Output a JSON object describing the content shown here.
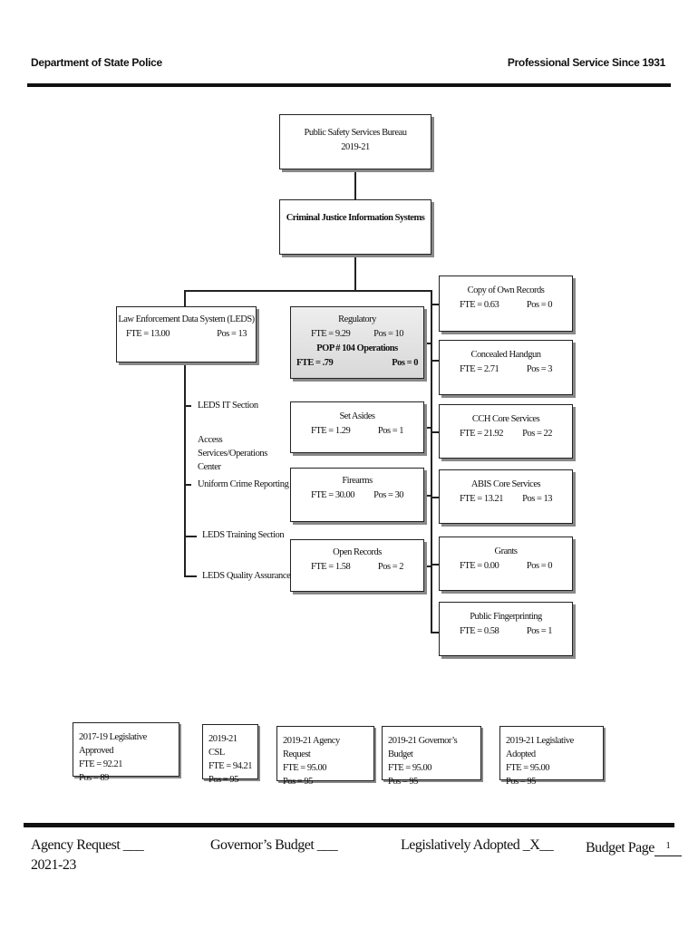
{
  "header": {
    "left": "Department of State Police",
    "right": "Professional Service Since 1931"
  },
  "org": {
    "bureau": {
      "title": "Public Safety Services Bureau",
      "period": "2019-21"
    },
    "division": {
      "title": "Criminal Justice Information Systems"
    },
    "leds": {
      "title": "Law Enforcement Data System (LEDS)",
      "fte": "FTE = 13.00",
      "pos": "Pos = 13",
      "sections": [
        "LEDS IT Section",
        "Access Services/Operations Center",
        "Uniform Crime Reporting",
        "LEDS Training Section",
        "LEDS Quality Assurance"
      ]
    },
    "regulatory": {
      "title": "Regulatory",
      "fte": "FTE = 9.29",
      "pos": "Pos = 10",
      "pop": "POP # 104 Operations",
      "pop_fte": "FTE = .79",
      "pop_pos": "Pos = 0"
    },
    "set_asides": {
      "title": "Set Asides",
      "fte": "FTE = 1.29",
      "pos": "Pos = 1"
    },
    "firearms": {
      "title": "Firearms",
      "fte": "FTE = 30.00",
      "pos": "Pos = 30"
    },
    "open_records": {
      "title": "Open Records",
      "fte": "FTE = 1.58",
      "pos": "Pos = 2"
    },
    "copy_own": {
      "title": "Copy of Own Records",
      "fte": "FTE = 0.63",
      "pos": "Pos = 0"
    },
    "concealed": {
      "title": "Concealed Handgun",
      "fte": "FTE = 2.71",
      "pos": "Pos = 3"
    },
    "cch": {
      "title": "CCH Core Services",
      "fte": "FTE = 21.92",
      "pos": "Pos = 22"
    },
    "abis": {
      "title": "ABIS Core Services",
      "fte": "FTE = 13.21",
      "pos": "Pos = 13"
    },
    "grants": {
      "title": "Grants",
      "fte": "FTE = 0.00",
      "pos": "Pos = 0"
    },
    "fingerprinting": {
      "title": "Public Fingerprinting",
      "fte": "FTE = 0.58",
      "pos": "Pos = 1"
    }
  },
  "summary": [
    {
      "title": "2017-19 Legislative Approved",
      "fte": "FTE = 92.21",
      "pos": "Pos = 89"
    },
    {
      "title": "2019-21 CSL",
      "fte": "FTE = 94.21",
      "pos": "Pos = 95"
    },
    {
      "title": "2019-21 Agency Request",
      "fte": "FTE = 95.00",
      "pos": "Pos = 95"
    },
    {
      "title": "2019-21 Governor’s Budget",
      "fte": "FTE = 95.00",
      "pos": "Pos = 95"
    },
    {
      "title": "2019-21 Legislative Adopted",
      "fte": "FTE = 95.00",
      "pos": "Pos = 95"
    }
  ],
  "footer": {
    "agency_request": "Agency Request ___",
    "biennium": "2021-23",
    "governors_budget": "Governor’s Budget ___",
    "leg_adopted": "Legislatively Adopted _X__",
    "budget_page_label": "Budget Page",
    "budget_page": "1"
  }
}
